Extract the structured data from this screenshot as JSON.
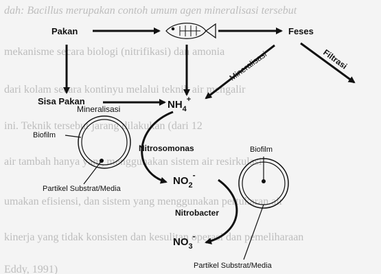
{
  "background_text": [
    "dah: Bacillus merupakan contoh umum agen mineralisasi tersebut",
    "mekanisme secara biologi (nitrifikasi) dan amonia",
    "dari kolam secara kontinyu melalui teknik air mengalir",
    "ini. Teknik tersebut jarang dilakukan (dari 12",
    "air tambah hanya yang menggunakan sistem air resirkulasi",
    "umakan efisiensi, dan sistem yang menggunakan pertukaran air",
    "kinerja yang tidak konsisten dan kesulitan operasi dan pemeliharaan",
    "Eddy, 1991)"
  ],
  "labels": {
    "pakan": "Pakan",
    "feses": "Feses",
    "sisa_pakan": "Sisa Pakan",
    "nh4_base": "NH",
    "nh4_sub": "4",
    "nh4_sup": "+",
    "mineralisasi_left": "Mineralisasi",
    "mineralisasi_diag": "Mineralisasi",
    "filtrasi": "Filtrasi",
    "biofilm_left": "Biofilm",
    "biofilm_right": "Biofilm",
    "nitrosomonas": "Nitrosomonas",
    "no2_base": "NO",
    "no2_sub": "2",
    "no2_sup": "-",
    "nitrobacter": "Nitrobacter",
    "no3_base": "NO",
    "no3_sub": "3",
    "no3_sup": "-",
    "partikel_left": "Partikel Substrat/Media",
    "partikel_right": "Partikel Substrat/Media"
  },
  "icons": {
    "fish": "fish-icon"
  }
}
